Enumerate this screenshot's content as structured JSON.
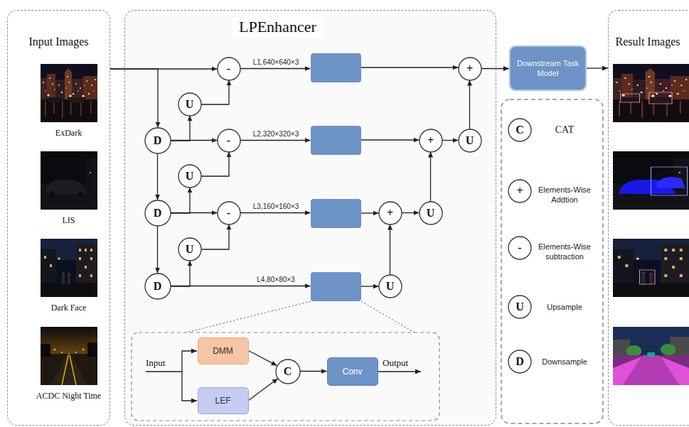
{
  "diagram": {
    "nodes": [
      {
        "text": [
          "Input Images"
        ]
      },
      {
        "text": [
          "ExDark"
        ],
        "in": 0
      },
      {
        "text": [
          "LIS"
        ],
        "in": 0
      },
      {
        "text": [
          "Dark Face"
        ],
        "in": 0
      },
      {
        "text": [
          "ACDC Night Time"
        ],
        "in": 0
      },
      {
        "text": [
          "LPEnhancer"
        ]
      },
      {
        "text": [
          "-"
        ],
        "in": 5
      },
      {
        "text": [],
        "in": 5
      },
      {
        "text": [
          "+"
        ],
        "in": 5
      },
      {
        "text": [
          "U"
        ],
        "in": 5
      },
      {
        "text": [
          "D"
        ],
        "in": 5
      },
      {
        "text": [
          "-"
        ],
        "in": 5
      },
      {
        "text": [],
        "in": 5
      },
      {
        "text": [
          "+"
        ],
        "in": 5
      },
      {
        "text": [
          "U"
        ],
        "in": 5
      },
      {
        "text": [
          "U"
        ],
        "in": 5
      },
      {
        "text": [
          "D"
        ],
        "in": 5
      },
      {
        "text": [
          "-"
        ],
        "in": 5
      },
      {
        "text": [],
        "in": 5
      },
      {
        "text": [
          "+"
        ],
        "in": 5
      },
      {
        "text": [
          "U"
        ],
        "in": 5
      },
      {
        "text": [
          "U"
        ],
        "in": 5
      },
      {
        "text": [
          "D"
        ],
        "in": 5
      },
      {
        "text": [],
        "in": 5
      },
      {
        "text": [
          "U"
        ],
        "in": 5
      },
      {
        "text": [
          "DMM"
        ],
        "in": 5
      },
      {
        "text": [
          "LEF"
        ],
        "in": 5
      },
      {
        "text": [
          "C"
        ],
        "in": 5
      },
      {
        "text": [
          "Conv"
        ],
        "in": 5
      },
      {
        "text": [
          "Downstream Task Model"
        ]
      },
      {
        "text": [
          "Result Images"
        ]
      },
      {
        "text": [
          "C"
        ]
      },
      {
        "text": [
          "+"
        ]
      },
      {
        "text": [
          "-"
        ]
      },
      {
        "text": [
          "U"
        ]
      },
      {
        "text": [
          "D"
        ]
      }
    ],
    "edges": [
      {
        "from": 0,
        "to": 6,
        "arrow": "to"
      },
      {
        "from": 0,
        "to": 10,
        "arrow": "to"
      },
      {
        "from": 10,
        "to": 9,
        "arrow": "to"
      },
      {
        "from": 9,
        "to": 6,
        "arrow": "to"
      },
      {
        "from": 10,
        "to": 11,
        "arrow": "to"
      },
      {
        "from": 10,
        "to": 16,
        "arrow": "to"
      },
      {
        "from": 16,
        "to": 15,
        "arrow": "to"
      },
      {
        "from": 15,
        "to": 11,
        "arrow": "to"
      },
      {
        "from": 16,
        "to": 17,
        "arrow": "to"
      },
      {
        "from": 16,
        "to": 22,
        "arrow": "to"
      },
      {
        "from": 22,
        "to": 21,
        "arrow": "to"
      },
      {
        "from": 21,
        "to": 17,
        "arrow": "to"
      },
      {
        "from": 6,
        "to": 7,
        "label": "L1,640×640×3",
        "arrow": "to"
      },
      {
        "from": 11,
        "to": 12,
        "label": "L2,320×320×3",
        "arrow": "to"
      },
      {
        "from": 17,
        "to": 18,
        "label": "L3,160×160×3",
        "arrow": "to"
      },
      {
        "from": 22,
        "to": 23,
        "label": "L4,80×80×3",
        "arrow": "to"
      },
      {
        "from": 23,
        "to": 24,
        "arrow": "to"
      },
      {
        "from": 24,
        "to": 19,
        "arrow": "to"
      },
      {
        "from": 18,
        "to": 19,
        "arrow": "to"
      },
      {
        "from": 19,
        "to": 20,
        "arrow": "to"
      },
      {
        "from": 20,
        "to": 13,
        "arrow": "to"
      },
      {
        "from": 12,
        "to": 13,
        "arrow": "to"
      },
      {
        "from": 13,
        "to": 14,
        "arrow": "to"
      },
      {
        "from": 14,
        "to": 8,
        "arrow": "to"
      },
      {
        "from": 7,
        "to": 8,
        "arrow": "to"
      },
      {
        "from": 8,
        "to": 29,
        "arrow": "to"
      },
      {
        "from": 29,
        "to": 30,
        "arrow": "to"
      },
      {
        "from": 25,
        "to": 27,
        "arrow": "to"
      },
      {
        "from": 26,
        "to": 27,
        "arrow": "to"
      },
      {
        "from": 27,
        "to": 28,
        "arrow": "to"
      }
    ],
    "labels": [
      "Input",
      "Output"
    ],
    "legend": [
      {
        "text": "CAT"
      },
      {
        "text": "Elements-Wise Addtion"
      },
      {
        "text": "Elements-Wise subtraction"
      },
      {
        "text": "Upsample"
      },
      {
        "text": "Downsample"
      }
    ]
  }
}
